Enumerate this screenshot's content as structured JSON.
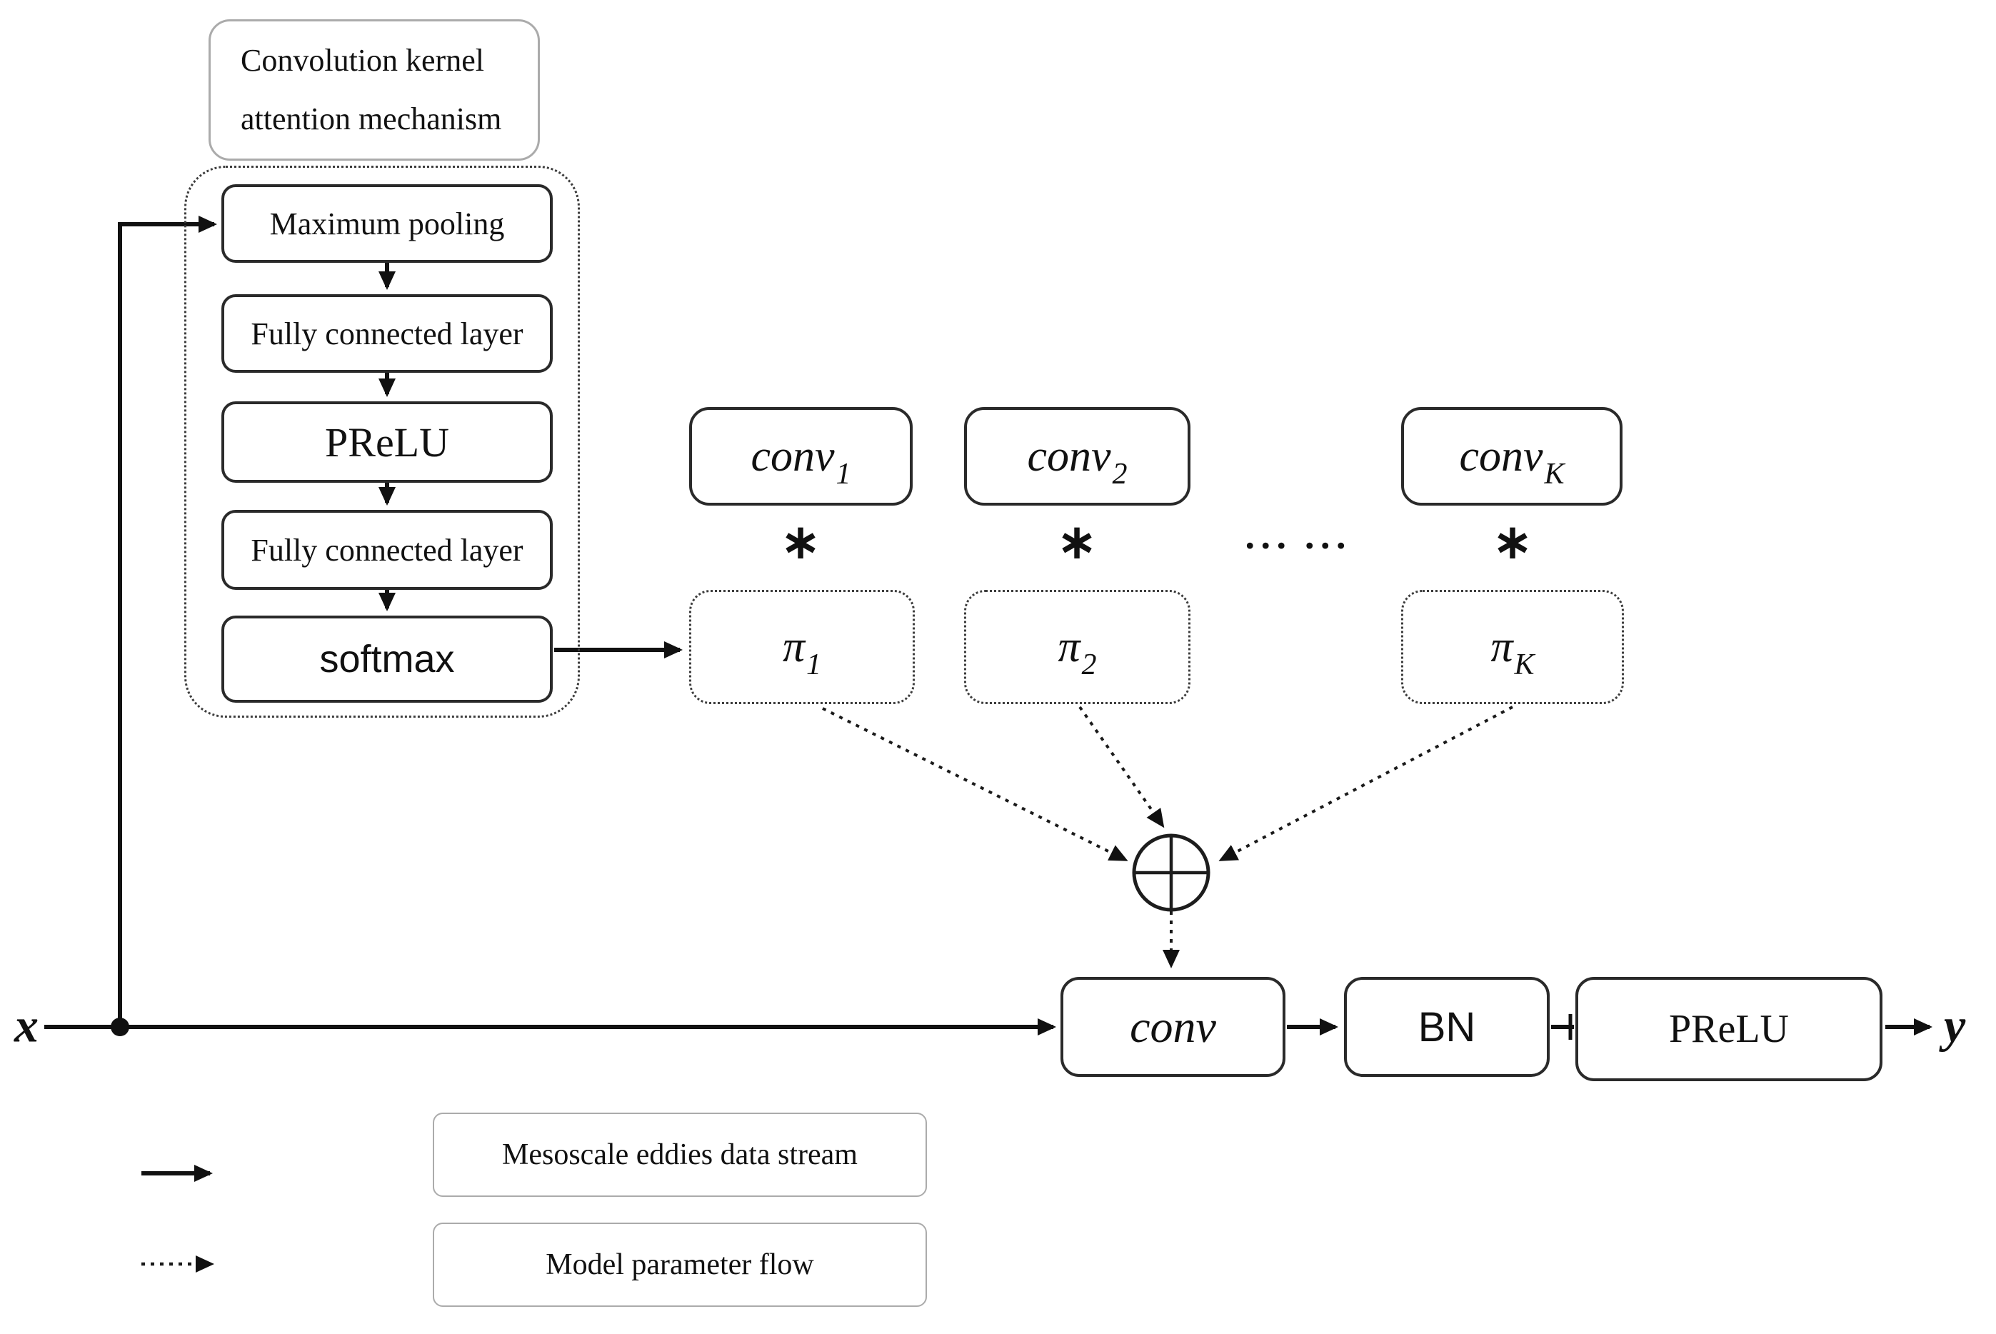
{
  "header": {
    "title_line1": "Convolution kernel",
    "title_line2": "attention mechanism"
  },
  "attention_stack": {
    "items": [
      {
        "label": "Maximum pooling"
      },
      {
        "label": "Fully connected layer"
      },
      {
        "label": "PReLU"
      },
      {
        "label": "Fully connected layer"
      },
      {
        "label": "softmax"
      }
    ]
  },
  "kernel_row": {
    "operator": "∗",
    "ellipsis": "··· ···",
    "conv_kernels": [
      {
        "base": "conv",
        "sub": "1"
      },
      {
        "base": "conv",
        "sub": "2"
      },
      {
        "base": "conv",
        "sub": "K"
      }
    ],
    "weights": [
      {
        "base": "π",
        "sub": "1"
      },
      {
        "base": "π",
        "sub": "2"
      },
      {
        "base": "π",
        "sub": "K"
      }
    ]
  },
  "main_flow": {
    "input_label": "x",
    "conv_label": "conv",
    "bn_label": "BN",
    "prelu_label": "PReLU",
    "output_label": "y"
  },
  "sum_node": {
    "icon": "circled-plus"
  },
  "legend": {
    "solid_label": "Mesoscale eddies data stream",
    "dotted_label": "Model parameter flow"
  },
  "colors": {
    "line": "#111111",
    "box_border": "#2a2a2a",
    "dotted_border": "#3d3d3d",
    "light_border": "#ababab",
    "background": "#ffffff"
  }
}
